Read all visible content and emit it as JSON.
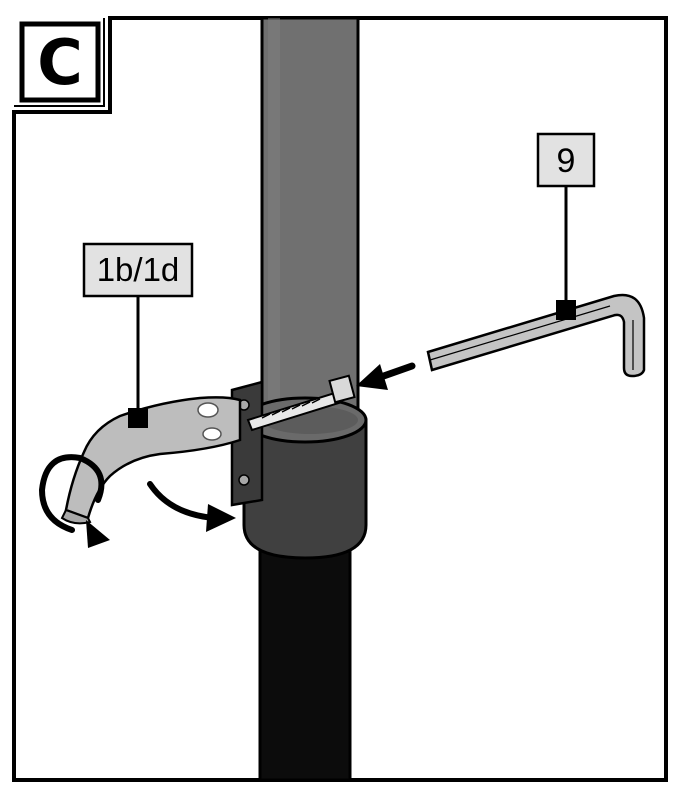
{
  "step": {
    "letter": "C"
  },
  "callouts": [
    {
      "id": "bracket",
      "text": "1b/1d"
    },
    {
      "id": "hex-key",
      "text": "9"
    }
  ],
  "colors": {
    "outline": "#000000",
    "pole_upper": "#707070",
    "pole_lower": "#0c0c0c",
    "clamp": "#404040",
    "bracket": "#bdbdbd",
    "label_fill": "#e2e2e2"
  }
}
